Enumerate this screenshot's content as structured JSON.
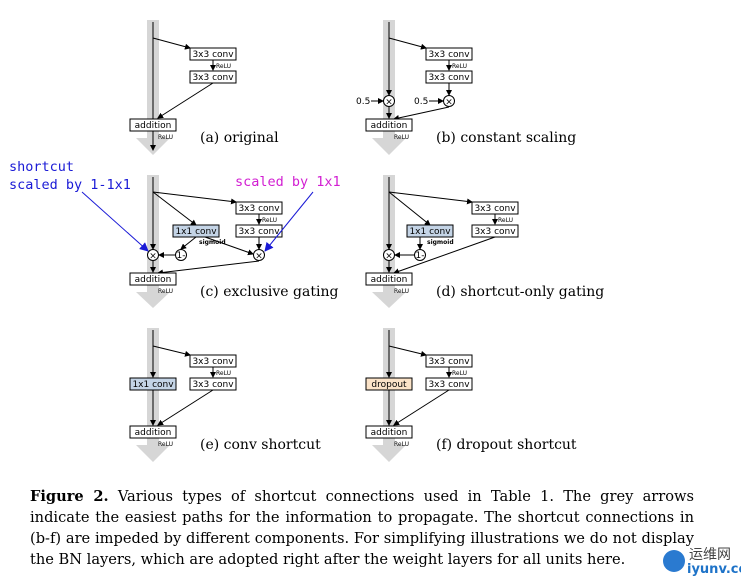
{
  "labels": {
    "conv3": "3x3 conv",
    "conv1": "1x1 conv",
    "relu": "ReLU",
    "addition": "addition",
    "sigmoid": "sigmoid",
    "dropout": "dropout",
    "half": "0.5",
    "times": "×",
    "one_minus": "1-"
  },
  "captions": {
    "a": "(a) original",
    "b": "(b) constant scaling",
    "c": "(c) exclusive gating",
    "d": "(d) shortcut-only gating",
    "e": "(e) conv shortcut",
    "f": "(f) dropout shortcut"
  },
  "annotations": {
    "shortcut_line1": "shortcut",
    "shortcut_line2": "scaled by 1-1x1",
    "scaled_by": "scaled by 1x1"
  },
  "colors": {
    "grey_path": "#d6d6d6",
    "gate_fill": "#c4d4e6",
    "dropout_fill": "#fbe3c8",
    "blue_annotation": "#1a1ad6",
    "magenta_annotation": "#d21ed2"
  },
  "figure_caption": {
    "label": "Figure 2.",
    "text": "Various types of shortcut connections used in Table 1. The grey arrows indicate the easiest paths for the information to propagate. The shortcut connections in (b-f) are impeded by different components. For simplifying illustrations we do not display the BN layers, which are adopted right after the weight layers for all units here."
  },
  "watermark": {
    "line1": "运维网",
    "line2": "iyunv.com"
  }
}
